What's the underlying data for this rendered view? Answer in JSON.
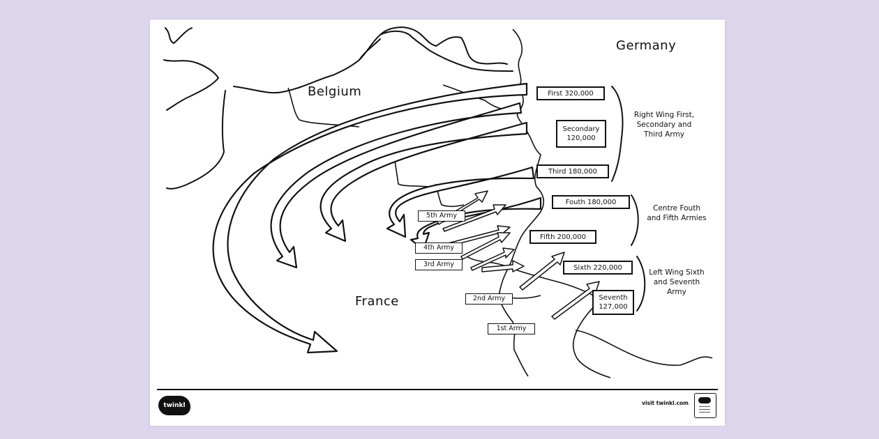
{
  "countries": {
    "germany": "Germany",
    "belgium": "Belgium",
    "france": "France"
  },
  "german_armies": [
    {
      "id": "first",
      "label": "First 320,000"
    },
    {
      "id": "second",
      "label": "Secondary 120,000"
    },
    {
      "id": "third",
      "label": "Third 180,000"
    },
    {
      "id": "fourth",
      "label": "Fouth 180,000"
    },
    {
      "id": "fifth",
      "label": "Fifth 200,000"
    },
    {
      "id": "sixth",
      "label": "Sixth 220,000"
    },
    {
      "id": "seventh",
      "label": "Seventh 127,000"
    }
  ],
  "groups": {
    "right_wing": "Right Wing First, Secondary and Third Army",
    "centre": "Centre Fouth and Fifth Armies",
    "left_wing": "Left Wing Sixth and Seventh Army"
  },
  "french_armies": {
    "fifth": "5th Army",
    "fourth": "4th Army",
    "third": "3rd Army",
    "second": "2nd Army",
    "first": "1st Army"
  },
  "footer": {
    "logo": "twinkl",
    "site": "visit twinkl.com"
  }
}
